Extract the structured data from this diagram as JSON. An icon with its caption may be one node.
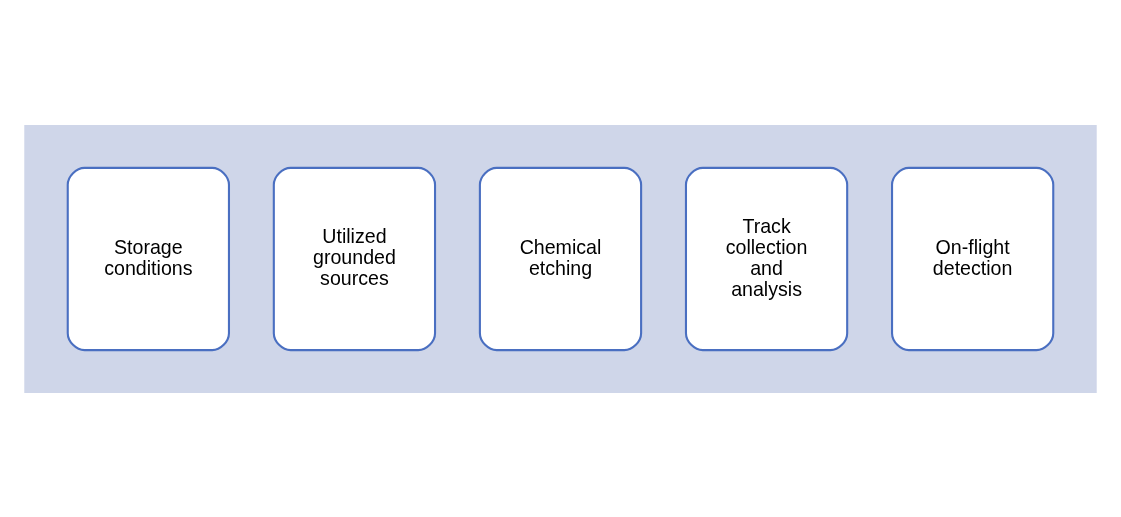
{
  "diagram": {
    "nodes": [
      {
        "text": [],
        "shape": "arrow"
      },
      {
        "text": [
          "Storage conditions"
        ],
        "in": 0
      },
      {
        "text": [
          "Utilized grounded sources"
        ],
        "in": 0
      },
      {
        "text": [
          "Chemical etching"
        ],
        "in": 0
      },
      {
        "text": [
          "Track collection and analysis"
        ],
        "in": 0
      },
      {
        "text": [
          "On-flight detection"
        ],
        "in": 0
      }
    ],
    "edges": []
  }
}
